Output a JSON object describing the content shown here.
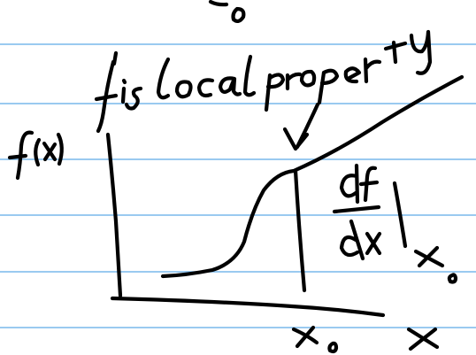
{
  "colors": {
    "paper": "#ffffff",
    "ruled_line": "#79b8ec",
    "ink": "#000000"
  },
  "notes": {
    "top_fragment": "_0",
    "annotation": "f' is local property",
    "y_axis_label": "f(x)",
    "derivative_label": "df/dx",
    "derivative_eval_point": "x_0",
    "x_tick_label": "x_0",
    "x_axis_label": "x"
  }
}
